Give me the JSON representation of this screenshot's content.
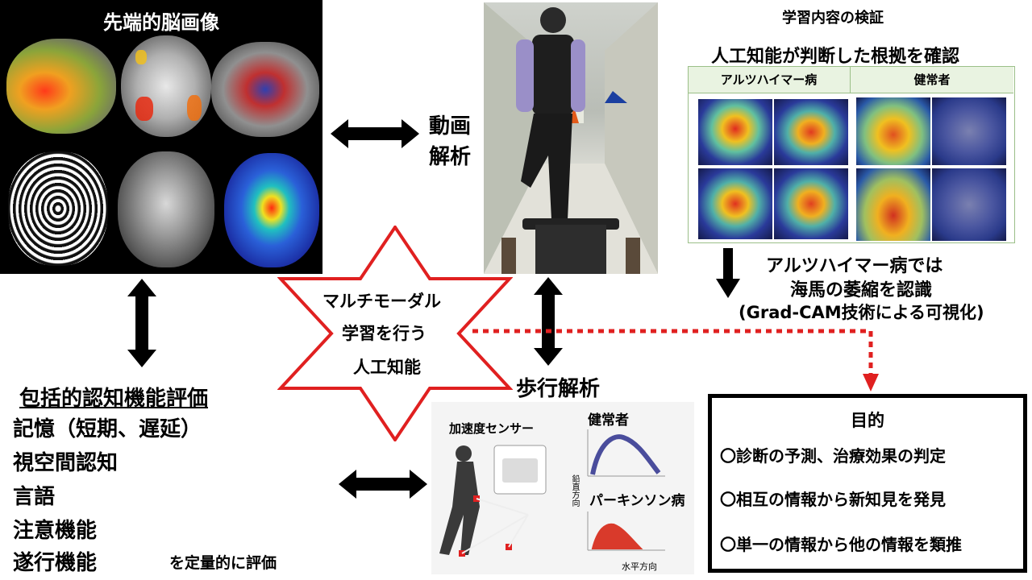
{
  "brain_imaging": {
    "title": "先端的脳画像"
  },
  "video_analysis": {
    "label_line1": "動画",
    "label_line2": "解析"
  },
  "verification": {
    "title": "学習内容の検証",
    "subtitle": "人工知能が判断した根拠を確認",
    "col_alzheimer": "アルツハイマー病",
    "col_healthy": "健常者",
    "note_line1": "アルツハイマー病では",
    "note_line2": "海馬の萎縮を認識",
    "note_line3": "(Grad-CAM技術による可視化)"
  },
  "center_star": {
    "line1": "マルチモーダル",
    "line2": "学習を行う",
    "line3": "人工知能"
  },
  "cognitive": {
    "title": "包括的認知機能評価",
    "items": [
      "記憶（短期、遅延）",
      "視空間認知",
      "言語",
      "注意機能",
      "遂行機能"
    ],
    "suffix": "を定量的に評価"
  },
  "gait_analysis": {
    "title": "歩行解析",
    "sensor_label": "加速度センサー",
    "healthy_label": "健常者",
    "parkinson_label": "パーキンソン病",
    "y_axis_label": "鉛直方向",
    "x_axis_label": "水平方向"
  },
  "purpose": {
    "title": "目的",
    "items": [
      "〇診断の予測、治療効果の判定",
      "〇相互の情報から新知見を発見",
      "〇単一の情報から他の情報を類推"
    ]
  },
  "colors": {
    "star_outline": "#e02020",
    "dotted_arrow": "#e02020",
    "healthy_curve": "#2b2f8c",
    "parkinson_curve": "#d93a2b"
  }
}
